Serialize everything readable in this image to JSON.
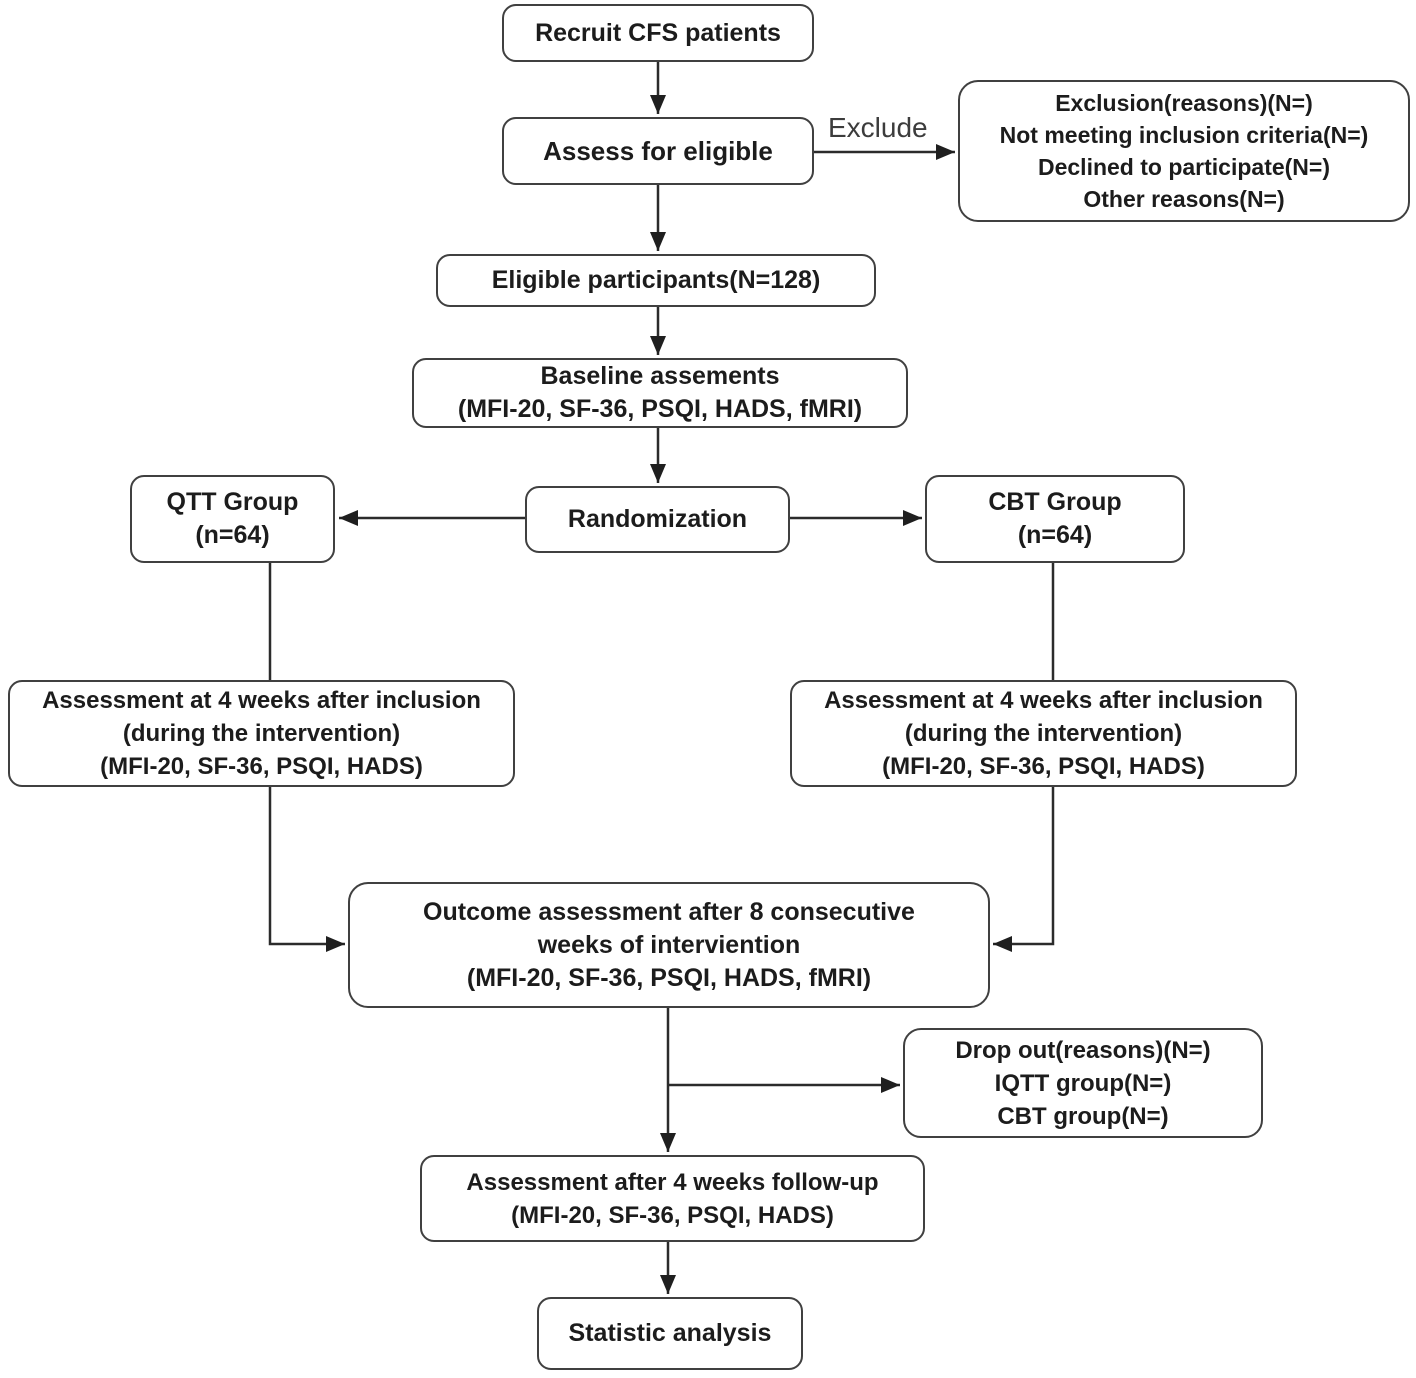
{
  "diagram": {
    "type": "flowchart",
    "nodes": {
      "recruit": {
        "lines": [
          "Recruit CFS patients"
        ]
      },
      "assess": {
        "lines": [
          "Assess for eligible"
        ]
      },
      "exclusion": {
        "lines": [
          "Exclusion(reasons)(N=)",
          "Not meeting inclusion criteria(N=)",
          "Declined to participate(N=)",
          "Other reasons(N=)"
        ]
      },
      "eligible": {
        "lines": [
          "Eligible participants(N=128)"
        ]
      },
      "baseline": {
        "lines": [
          "Baseline assements",
          "(MFI-20, SF-36, PSQI, HADS, fMRI)"
        ]
      },
      "qtt": {
        "lines": [
          "QTT Group",
          "(n=64)"
        ]
      },
      "randomization": {
        "lines": [
          "Randomization"
        ]
      },
      "cbt": {
        "lines": [
          "CBT Group",
          "(n=64)"
        ]
      },
      "assess4w_left": {
        "lines": [
          "Assessment at 4 weeks after inclusion",
          "(during the intervention)",
          "(MFI-20, SF-36, PSQI, HADS)"
        ]
      },
      "assess4w_right": {
        "lines": [
          "Assessment at 4 weeks after inclusion",
          "(during the intervention)",
          "(MFI-20, SF-36, PSQI, HADS)"
        ]
      },
      "outcome": {
        "lines": [
          "Outcome assessment  after 8 consecutive",
          "weeks of interviention",
          "(MFI-20, SF-36, PSQI, HADS, fMRI)"
        ]
      },
      "dropout": {
        "lines": [
          "Drop out(reasons)(N=)",
          "IQTT group(N=)",
          "CBT group(N=)"
        ]
      },
      "followup": {
        "lines": [
          "Assessment after 4 weeks follow-up",
          "(MFI-20, SF-36, PSQI, HADS)"
        ]
      },
      "statistic": {
        "lines": [
          "Statistic analysis"
        ]
      }
    },
    "edge_labels": {
      "exclude": "Exclude"
    },
    "colors": {
      "line": "#2b2b2b",
      "border": "#404040",
      "text": "#1c1c1c",
      "background": "#ffffff"
    }
  }
}
